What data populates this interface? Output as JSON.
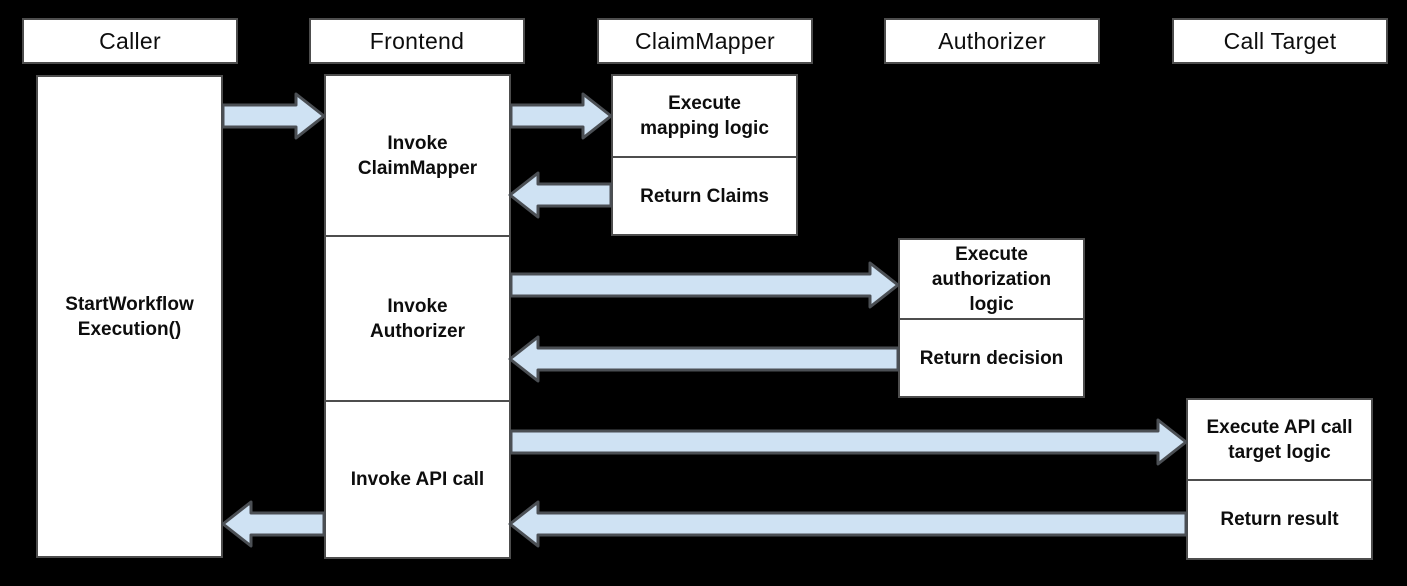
{
  "colors": {
    "background": "#000000",
    "box_fill": "#ffffff",
    "box_border": "#4d4d4d",
    "text": "#0d0d0d",
    "arrow_fill": "#cfe2f3",
    "arrow_border": "#4b4f54"
  },
  "actors": [
    {
      "id": "caller",
      "label": "Caller"
    },
    {
      "id": "frontend",
      "label": "Frontend"
    },
    {
      "id": "claimmapper",
      "label": "ClaimMapper"
    },
    {
      "id": "authorizer",
      "label": "Authorizer"
    },
    {
      "id": "calltarget",
      "label": "Call Target"
    }
  ],
  "steps": {
    "caller_startworkflow": "StartWorkflow\nExecution()",
    "frontend_invoke_claimmapper": "Invoke\nClaimMapper",
    "frontend_invoke_authorizer": "Invoke\nAuthorizer",
    "frontend_invoke_api_call": "Invoke API call",
    "claimmapper_execute": "Execute\nmapping logic",
    "claimmapper_return": "Return Claims",
    "authorizer_execute": "Execute\nauthorization\nlogic",
    "authorizer_return": "Return decision",
    "calltarget_execute": "Execute API call\ntarget logic",
    "calltarget_return": "Return result"
  },
  "arrows": [
    {
      "from": "Caller",
      "to": "Frontend",
      "direction": "right"
    },
    {
      "from": "Frontend",
      "to": "ClaimMapper",
      "direction": "right"
    },
    {
      "from": "ClaimMapper",
      "to": "Frontend",
      "direction": "left"
    },
    {
      "from": "Frontend",
      "to": "Authorizer",
      "direction": "right"
    },
    {
      "from": "Authorizer",
      "to": "Frontend",
      "direction": "left"
    },
    {
      "from": "Frontend",
      "to": "Call Target",
      "direction": "right"
    },
    {
      "from": "Call Target",
      "to": "Frontend",
      "direction": "left"
    },
    {
      "from": "Frontend",
      "to": "Caller",
      "direction": "left"
    }
  ]
}
